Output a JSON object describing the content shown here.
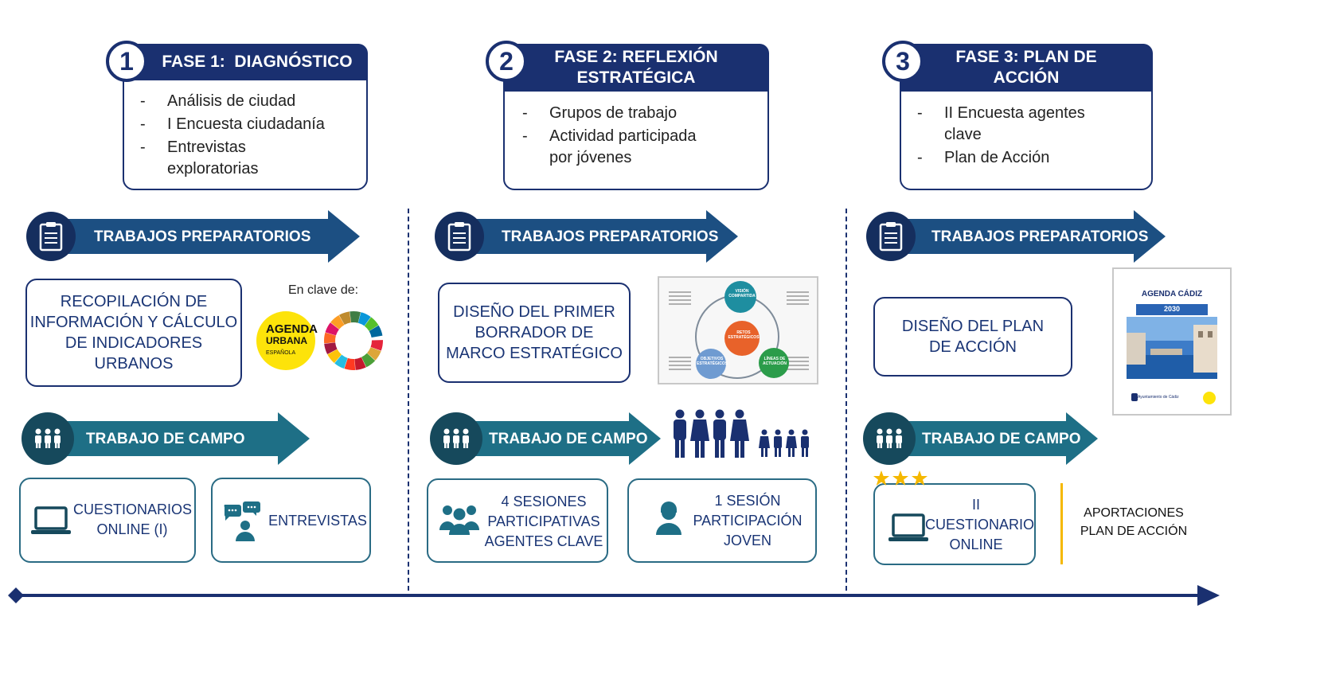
{
  "phases": [
    {
      "number": "1",
      "title": "FASE 1:  DIAGNÓSTICO",
      "bullets": [
        "Análisis de ciudad",
        "I Encuesta ciudadanía",
        "Entrevistas exploratorias"
      ]
    },
    {
      "number": "2",
      "title_l1": "FASE 2: REFLEXIÓN",
      "title_l2": "ESTRATÉGICA",
      "bullets": [
        "Grupos de trabajo",
        "Actividad participada por jóvenes"
      ]
    },
    {
      "number": "3",
      "title_l1": "FASE 3: PLAN DE",
      "title_l2": "ACCIÓN",
      "bullets": [
        "II Encuesta agentes clave",
        "Plan de Acción"
      ]
    }
  ],
  "labels": {
    "trabajos_preparatorios": "TRABAJOS PREPARATORIOS",
    "trabajo_de_campo": "TRABAJO DE CAMPO",
    "en_clave_de": "En clave de:"
  },
  "prep": {
    "p1": [
      "RECOPILACIÓN DE",
      "INFORMACIÓN Y CÁLCULO",
      "DE INDICADORES",
      "URBANOS"
    ],
    "p2": [
      "DISEÑO DEL PRIMER",
      "BORRADOR DE",
      "MARCO ESTRATÉGICO"
    ],
    "p3": [
      "DISEÑO DEL PLAN",
      "DE ACCIÓN"
    ]
  },
  "agenda_logo": {
    "l1": "AGENDA",
    "l2": "URBANA",
    "l3": "ESPAÑOLA"
  },
  "diagram_thumb": {
    "center": "RETOS ESTRATÉGICOS",
    "top": "VISIÓN COMPARTIDA",
    "left": "OBJETIVOS ESTRATÉGICOS",
    "right": "LÍNEAS DE ACTUACIÓN"
  },
  "cover": {
    "title": "AGENDA CÁDIZ",
    "year": "2030",
    "footer": "Ayuntamiento de Cádiz"
  },
  "campo": {
    "c1a": [
      "CUESTIONARIOS",
      "ONLINE (I)"
    ],
    "c1b": [
      "ENTREVISTAS"
    ],
    "c2a": [
      "4 SESIONES",
      "PARTICIPATIVAS",
      "AGENTES CLAVE"
    ],
    "c2b": [
      "1 SESIÓN",
      "PARTICIPACIÓN",
      "JOVEN"
    ],
    "c3a": [
      "II",
      "CUESTIONARIO",
      "ONLINE"
    ],
    "c3b": [
      "APORTACIONES",
      "PLAN DE ACCIÓN"
    ]
  },
  "colors": {
    "navy": "#1a3070",
    "teal": "#1e6f86",
    "prep_arrow": "#1c4f82",
    "star": "#f5b800"
  },
  "icons": [
    "clipboard-icon",
    "people-icon",
    "laptop-icon",
    "chat-icon",
    "group-icon",
    "person-icon",
    "star-icon"
  ]
}
